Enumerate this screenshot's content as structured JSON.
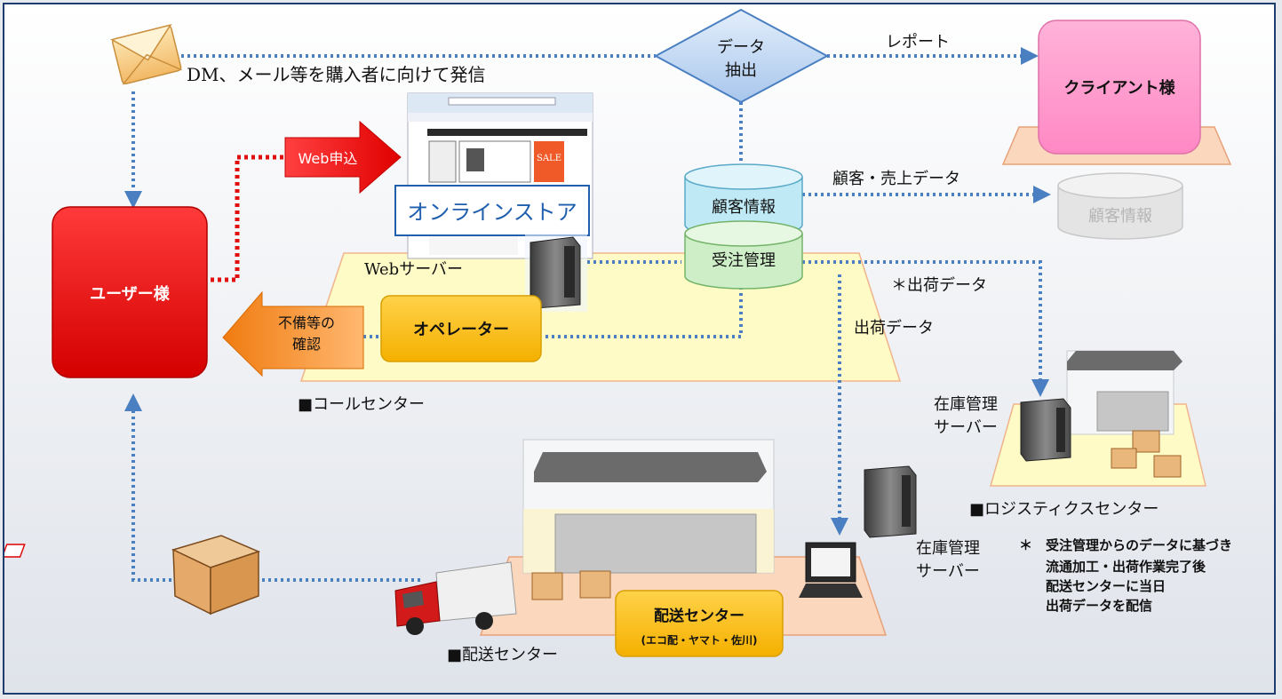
{
  "labels": {
    "dm": "DM、メール等を購入者に向けて発信",
    "data_extract_1": "データ",
    "data_extract_2": "抽出",
    "report": "レポート",
    "client": "クライアント様",
    "web_apply": "Web申込",
    "online_store": "オンラインストア",
    "web_server": "Webサーバー",
    "customer_info": "顧客情報",
    "order_mgmt": "受注管理",
    "customer_sales_data": "顧客・売上データ",
    "customer_info_ghost": "顧客情報",
    "user": "ユーザー様",
    "confirm_1": "不備等の",
    "confirm_2": "確認",
    "operator": "オペレーター",
    "shipping_data_star": "＊出荷データ",
    "shipping_data": "出荷データ",
    "call_center": "■コールセンター",
    "inventory_server_1": "在庫管理",
    "inventory_server_2": "サーバー",
    "logistics_center": "■ロジスティクスセンター",
    "inventory_server_b1": "在庫管理",
    "inventory_server_b2": "サーバー",
    "note_1": "＊　受注管理からのデータに基づき",
    "note_2": "流通加工・出荷作業完了後",
    "note_3": "配送センターに当日",
    "note_4": "出荷データを配信",
    "delivery_box_1": "配送センター",
    "delivery_box_2": "(エコ配・ヤマト・佐川)",
    "delivery_center": "■配送センター"
  },
  "store_screen": {
    "sale": "SALE"
  },
  "colors": {
    "frame": "#1f3d6e",
    "dotted_blue": "#4a7fc1",
    "dotted_red": "#e01010",
    "user_red": "#f20000",
    "client_pink": "#ff99cc",
    "operator_gold": "#ffc000",
    "db_cyan": "#bfe9f5",
    "db_green": "#cdeec6",
    "platform_yellow": "#fffbc6",
    "platform_peach": "#fbd7bd"
  }
}
